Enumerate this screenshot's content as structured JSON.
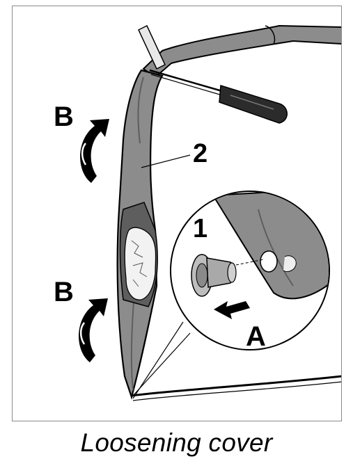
{
  "labels": {
    "rotate_top": "B",
    "rotate_bottom": "B",
    "part_cover": "2",
    "part_clip": "1",
    "pull_direction": "A"
  },
  "caption": "Loosening cover",
  "icons": [
    "screwdriver-icon",
    "curved-arrow-icon",
    "straight-arrow-icon",
    "clip-icon"
  ],
  "colors": {
    "cover": "#8c8c8c",
    "cover_dark": "#5e5e5e",
    "line": "#000000",
    "frame": "#8a8a8a",
    "foam": "#f2f2f2"
  }
}
